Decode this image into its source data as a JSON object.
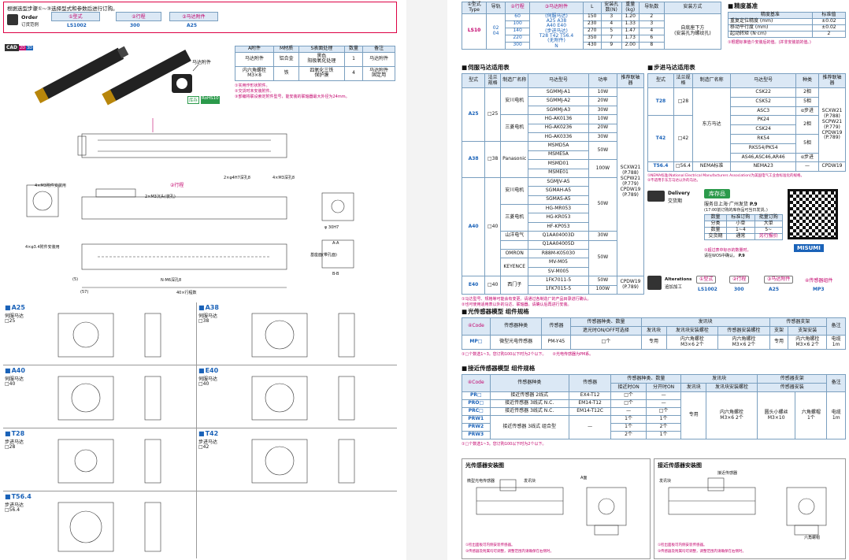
{
  "order": {
    "intro": "根据选型步骤①~③选择型式和参数后进行订购。",
    "label": "Order",
    "label_cn": "订货范例",
    "steps": [
      "①型式",
      "②行程",
      "③马达附件"
    ],
    "values": [
      "LS1002",
      "300",
      "A25"
    ]
  },
  "cad": {
    "label": "CAD",
    "tags": [
      "2D",
      "3D"
    ]
  },
  "parts_table": {
    "headers": [
      "A附件",
      "M材质",
      "S表面处理",
      "数量",
      "备注"
    ],
    "rows": [
      [
        "马达附件",
        "铝合金",
        "黑色\n阳极氧化处理",
        "1",
        "马达附件"
      ],
      [
        "内六角螺栓\nM3×8",
        "铁",
        "四氧化三铁\n保护膜",
        "4",
        "马达附件\n固定用"
      ]
    ],
    "notes": [
      "①实用作形状附件。",
      "②交货时未安装附件。",
      "③部编将联设索定附件型号，能安装的联轴器最大外径为24mm。"
    ]
  },
  "product": {
    "motor_attachment_label": "马达附件",
    "stock_label": "库存",
    "rohs": "RoHS10"
  },
  "drawing_labels": {
    "stroke": "②行程",
    "labels": [
      "2×φ4H7深孔8",
      "4×M3深孔8",
      "4×M3附件安装用",
      "4×φ3.4附件安装用",
      "A-A",
      "B-B",
      "基座面(带孔面)",
      "N-M6深孔8",
      "40×行程数",
      "2×M3沉头(装孔)",
      "φ 30H7",
      "(57)",
      "(5)"
    ]
  },
  "motor_flanges": [
    {
      "code": "A25",
      "name": "伺服马达",
      "size": "□25"
    },
    {
      "code": "A38",
      "name": "伺服马达",
      "size": "□38"
    },
    {
      "code": "A40",
      "name": "伺服马达",
      "size": "□40"
    },
    {
      "code": "E40",
      "name": "伺服马达",
      "size": "□40"
    },
    {
      "code": "T28",
      "name": "步进马达",
      "size": "□28"
    },
    {
      "code": "T42",
      "name": "步进马达",
      "size": "□42"
    },
    {
      "code": "T56.4",
      "name": "步进马达",
      "size": "□56.4"
    }
  ],
  "type_table": {
    "headers": [
      "①型式",
      "导轨",
      "②行程",
      "③马达附件",
      "L",
      "安装孔数(N)",
      "重量(kg)",
      "导轨数",
      "安装方式"
    ],
    "type_label": "Type",
    "type_val": "LS10",
    "rail": "02\n04",
    "strokes": [
      "60",
      "100",
      "140",
      "220",
      "300"
    ],
    "attach": "(伺服马达)\nA25  A38\nA40  E40\n(步进马达)\nT28  T42  T56.4\n(无附件)\nN",
    "L": [
      "150",
      "230",
      "270",
      "350",
      "430"
    ],
    "N": [
      "3",
      "4",
      "5",
      "7",
      "9"
    ],
    "kg": [
      "1.20",
      "1.33",
      "1.47",
      "1.73",
      "2.00"
    ],
    "divs": [
      "2",
      "3",
      "4",
      "6",
      "8"
    ],
    "mount": "自底座下方\n(安装孔为螺纹孔)"
  },
  "precision": {
    "title": "精度基准",
    "headers": [
      "精度基准",
      "标准值"
    ],
    "rows": [
      [
        "重复定位精度 (mm)",
        "±0.02"
      ],
      [
        "移动平行度 (mm)",
        "±0.02"
      ],
      [
        "起动转矩 (N·cm)",
        "2"
      ]
    ],
    "note": "①根据标准值介安装后的值。(并非安装前的值。)"
  },
  "servo": {
    "title": "伺服马达适用表",
    "headers": [
      "型式",
      "法兰规格",
      "制造厂名称",
      "马达型号",
      "功率",
      "推荐联轴器"
    ],
    "rows": [
      [
        "A25",
        "□25",
        "安川电机",
        "SGMMJ-A1",
        "10W"
      ],
      [
        "",
        "",
        "",
        "SGMMJ-A2",
        "20W"
      ],
      [
        "",
        "",
        "",
        "SGMMJ-A3",
        "30W"
      ],
      [
        "",
        "",
        "三菱电机",
        "HG-AK0136",
        "10W"
      ],
      [
        "",
        "",
        "",
        "HG-AK0236",
        "20W"
      ],
      [
        "",
        "",
        "",
        "HG-AK0336",
        "30W"
      ],
      [
        "A38",
        "□38",
        "Panasonic",
        "MSMD5A",
        "50W"
      ],
      [
        "",
        "",
        "",
        "MSME5A",
        ""
      ],
      [
        "",
        "",
        "",
        "MSMD01",
        "100W"
      ],
      [
        "",
        "",
        "",
        "MSME01",
        ""
      ],
      [
        "A40",
        "□40",
        "安川电机",
        "SGMJV-A5",
        "50W"
      ],
      [
        "",
        "",
        "",
        "SGMAH-A5",
        ""
      ],
      [
        "",
        "",
        "",
        "SGMAS-A5",
        ""
      ],
      [
        "",
        "",
        "三菱电机",
        "HG-MR053",
        ""
      ],
      [
        "",
        "",
        "",
        "HG-KR053",
        ""
      ],
      [
        "",
        "",
        "",
        "HF-KP053",
        ""
      ],
      [
        "",
        "",
        "山洋电气",
        "Q1AA04003D",
        "30W"
      ],
      [
        "",
        "",
        "",
        "Q1AA04005D",
        "50W"
      ],
      [
        "",
        "",
        "OMRON",
        "R88M-K05030",
        ""
      ],
      [
        "",
        "",
        "KEYENCE",
        "MV-M05",
        ""
      ],
      [
        "",
        "",
        "",
        "SV-M005",
        ""
      ],
      [
        "E40",
        "□40",
        "西门子",
        "1FK7011-5",
        "50W"
      ],
      [
        "",
        "",
        "",
        "1FK7015-5",
        "100W"
      ]
    ],
    "coupling_main": "SCXW21\n(P.788)\nSCPW21\n(P.779)\nCPDW19\n(P.789)",
    "coupling_e40": "CPDW19\n(P.789)",
    "notes": [
      "①马达型号、规格等可能会有变更。请通过各制造厂的产品目录进行确认。",
      "②也可使用适用表以外的马达、联轴器。请确认后再进行安装。"
    ]
  },
  "stepper": {
    "title": "步进马达适用表",
    "headers": [
      "型式",
      "法兰规格",
      "制造厂名称",
      "马达型号",
      "种类",
      "推荐联轴器"
    ],
    "rows": [
      [
        "T28",
        "□28",
        "东方马达",
        "CSK22",
        "2相"
      ],
      [
        "",
        "",
        "",
        "CSK52",
        "5相"
      ],
      [
        "",
        "",
        "",
        "ASC3",
        "α步进"
      ],
      [
        "T42",
        "□42",
        "",
        "PK24",
        "2相"
      ],
      [
        "",
        "",
        "",
        "CSK24",
        ""
      ],
      [
        "",
        "",
        "",
        "RK54",
        "5相"
      ],
      [
        "",
        "",
        "",
        "RKS54/PK54",
        ""
      ],
      [
        "",
        "",
        "",
        "AS46,ASC46,AR46",
        "α步进"
      ],
      [
        "T56.4",
        "□56.4",
        "NEMA标准",
        "NEMA23",
        "—"
      ]
    ],
    "coupling_main": "SCXW21\n(P.788)\nSCPW21\n(P.779)\nCPDW19\n(P.789)",
    "coupling_t56": "CPDW19",
    "notes": [
      "①NEMA标准(National Electrical Manufacturers Association)为美国电气工业会标准化的规格。",
      "②不适用于东方马达以外的马达。"
    ]
  },
  "delivery": {
    "label": "Delivery",
    "label_cn": "交货期",
    "stock": "库存品",
    "text1": "服务日上海·广州发货",
    "page": "P.9",
    "text2": "(17:00前订购的库存品可当日发货。)",
    "qty_headers": [
      "数量",
      "标准订购",
      "批量订购"
    ],
    "qty_rows": [
      [
        "分类",
        "小单",
        "大单"
      ],
      [
        "数量",
        "1~4",
        "5~"
      ],
      [
        "交货期",
        "通常",
        "另行报价"
      ]
    ],
    "note1": "①超过表中标示的数量时，",
    "note2": "请在WOS中确认。",
    "note_page": "P.9",
    "misumi": "MISUMI"
  },
  "alterations": {
    "label": "Alterations",
    "label_cn": "追加加工",
    "steps": [
      "①型式",
      "②行程",
      "③马达附件",
      "④传感器组件"
    ],
    "values": [
      "LS1002",
      "300",
      "A25",
      "MP3"
    ]
  },
  "photo_sensor": {
    "title": "光传感器模型 组件规格",
    "code_label": "④Code",
    "headers": [
      "传感器种类",
      "传感器",
      "传感器种类、数量",
      "",
      "发讯块",
      "",
      "传感器支架",
      "",
      "",
      "备注"
    ],
    "sub_headers": [
      "遮光时ON/OFF可选择",
      "发讯块",
      "发讯块安装螺栓",
      "传感器安装螺栓",
      "支架",
      "支架安装"
    ],
    "row": [
      "MP□",
      "微型光电传感器",
      "PM-Y45",
      "□个",
      "专用",
      "内六角螺栓\nM3×6 2个",
      "内六角螺栓\nM3×6 2个",
      "专用",
      "内六角螺栓\nM3×6 2个",
      "电缆\n1m"
    ],
    "notes": [
      "①□个数选1~3。您订购100以下时为2个以下。",
      "②光电传感器为PM系。"
    ]
  },
  "proximity_sensor": {
    "title": "接近传感器模型 组件规格",
    "code_label": "④Code",
    "headers": [
      "传感器种类",
      "传感器",
      "传感器种类、数量",
      "发讯块",
      "传感器支架",
      "备注"
    ],
    "sub_headers": [
      "接近时ON",
      "分开时ON",
      "发讯块",
      "发讯块安装螺栓",
      "传感器安装"
    ],
    "rows": [
      [
        "PR□",
        "接近传感器 2线式",
        "EX4-T12",
        "□个",
        "—"
      ],
      [
        "PRO□",
        "接近传感器 3线式 N.C.",
        "EM14-T12",
        "□个",
        "—"
      ],
      [
        "PRC□",
        "接近传感器 3线式 N.C.",
        "EM14-T12C",
        "—",
        "□个"
      ],
      [
        "PRW1",
        "",
        "",
        "1个",
        "1个"
      ],
      [
        "PRW2",
        "接近传感器 3线式 组合型",
        "—",
        "1个",
        "2个"
      ],
      [
        "PRW3",
        "",
        "",
        "2个",
        "1个"
      ]
    ],
    "common": [
      "专用",
      "内六角螺栓\nM3×6 2个",
      "圆头小螺丝\nM3×10",
      "六角螺帽\n1个",
      "电缆\n1m"
    ],
    "notes": [
      "①□个数选1~3。您订购100以下时为2个以下。"
    ]
  },
  "photo_install": {
    "title": "光传感器安装图",
    "labels": [
      "微型光电传感器",
      "发讯块",
      "A面"
    ],
    "notes": [
      "①检出面板可内侧安装传感器。",
      "②传感器及附属均可调整，调整范围内请确保在右侧时。"
    ]
  },
  "prox_install": {
    "title": "接近传感器安装图",
    "labels": [
      "接近传感器",
      "发讯块",
      "六角螺帽"
    ],
    "notes": [
      "①检出面板可内侧安装传感器。",
      "②传感器及附属均可调整，调整范围内请确保在右侧时。"
    ]
  }
}
